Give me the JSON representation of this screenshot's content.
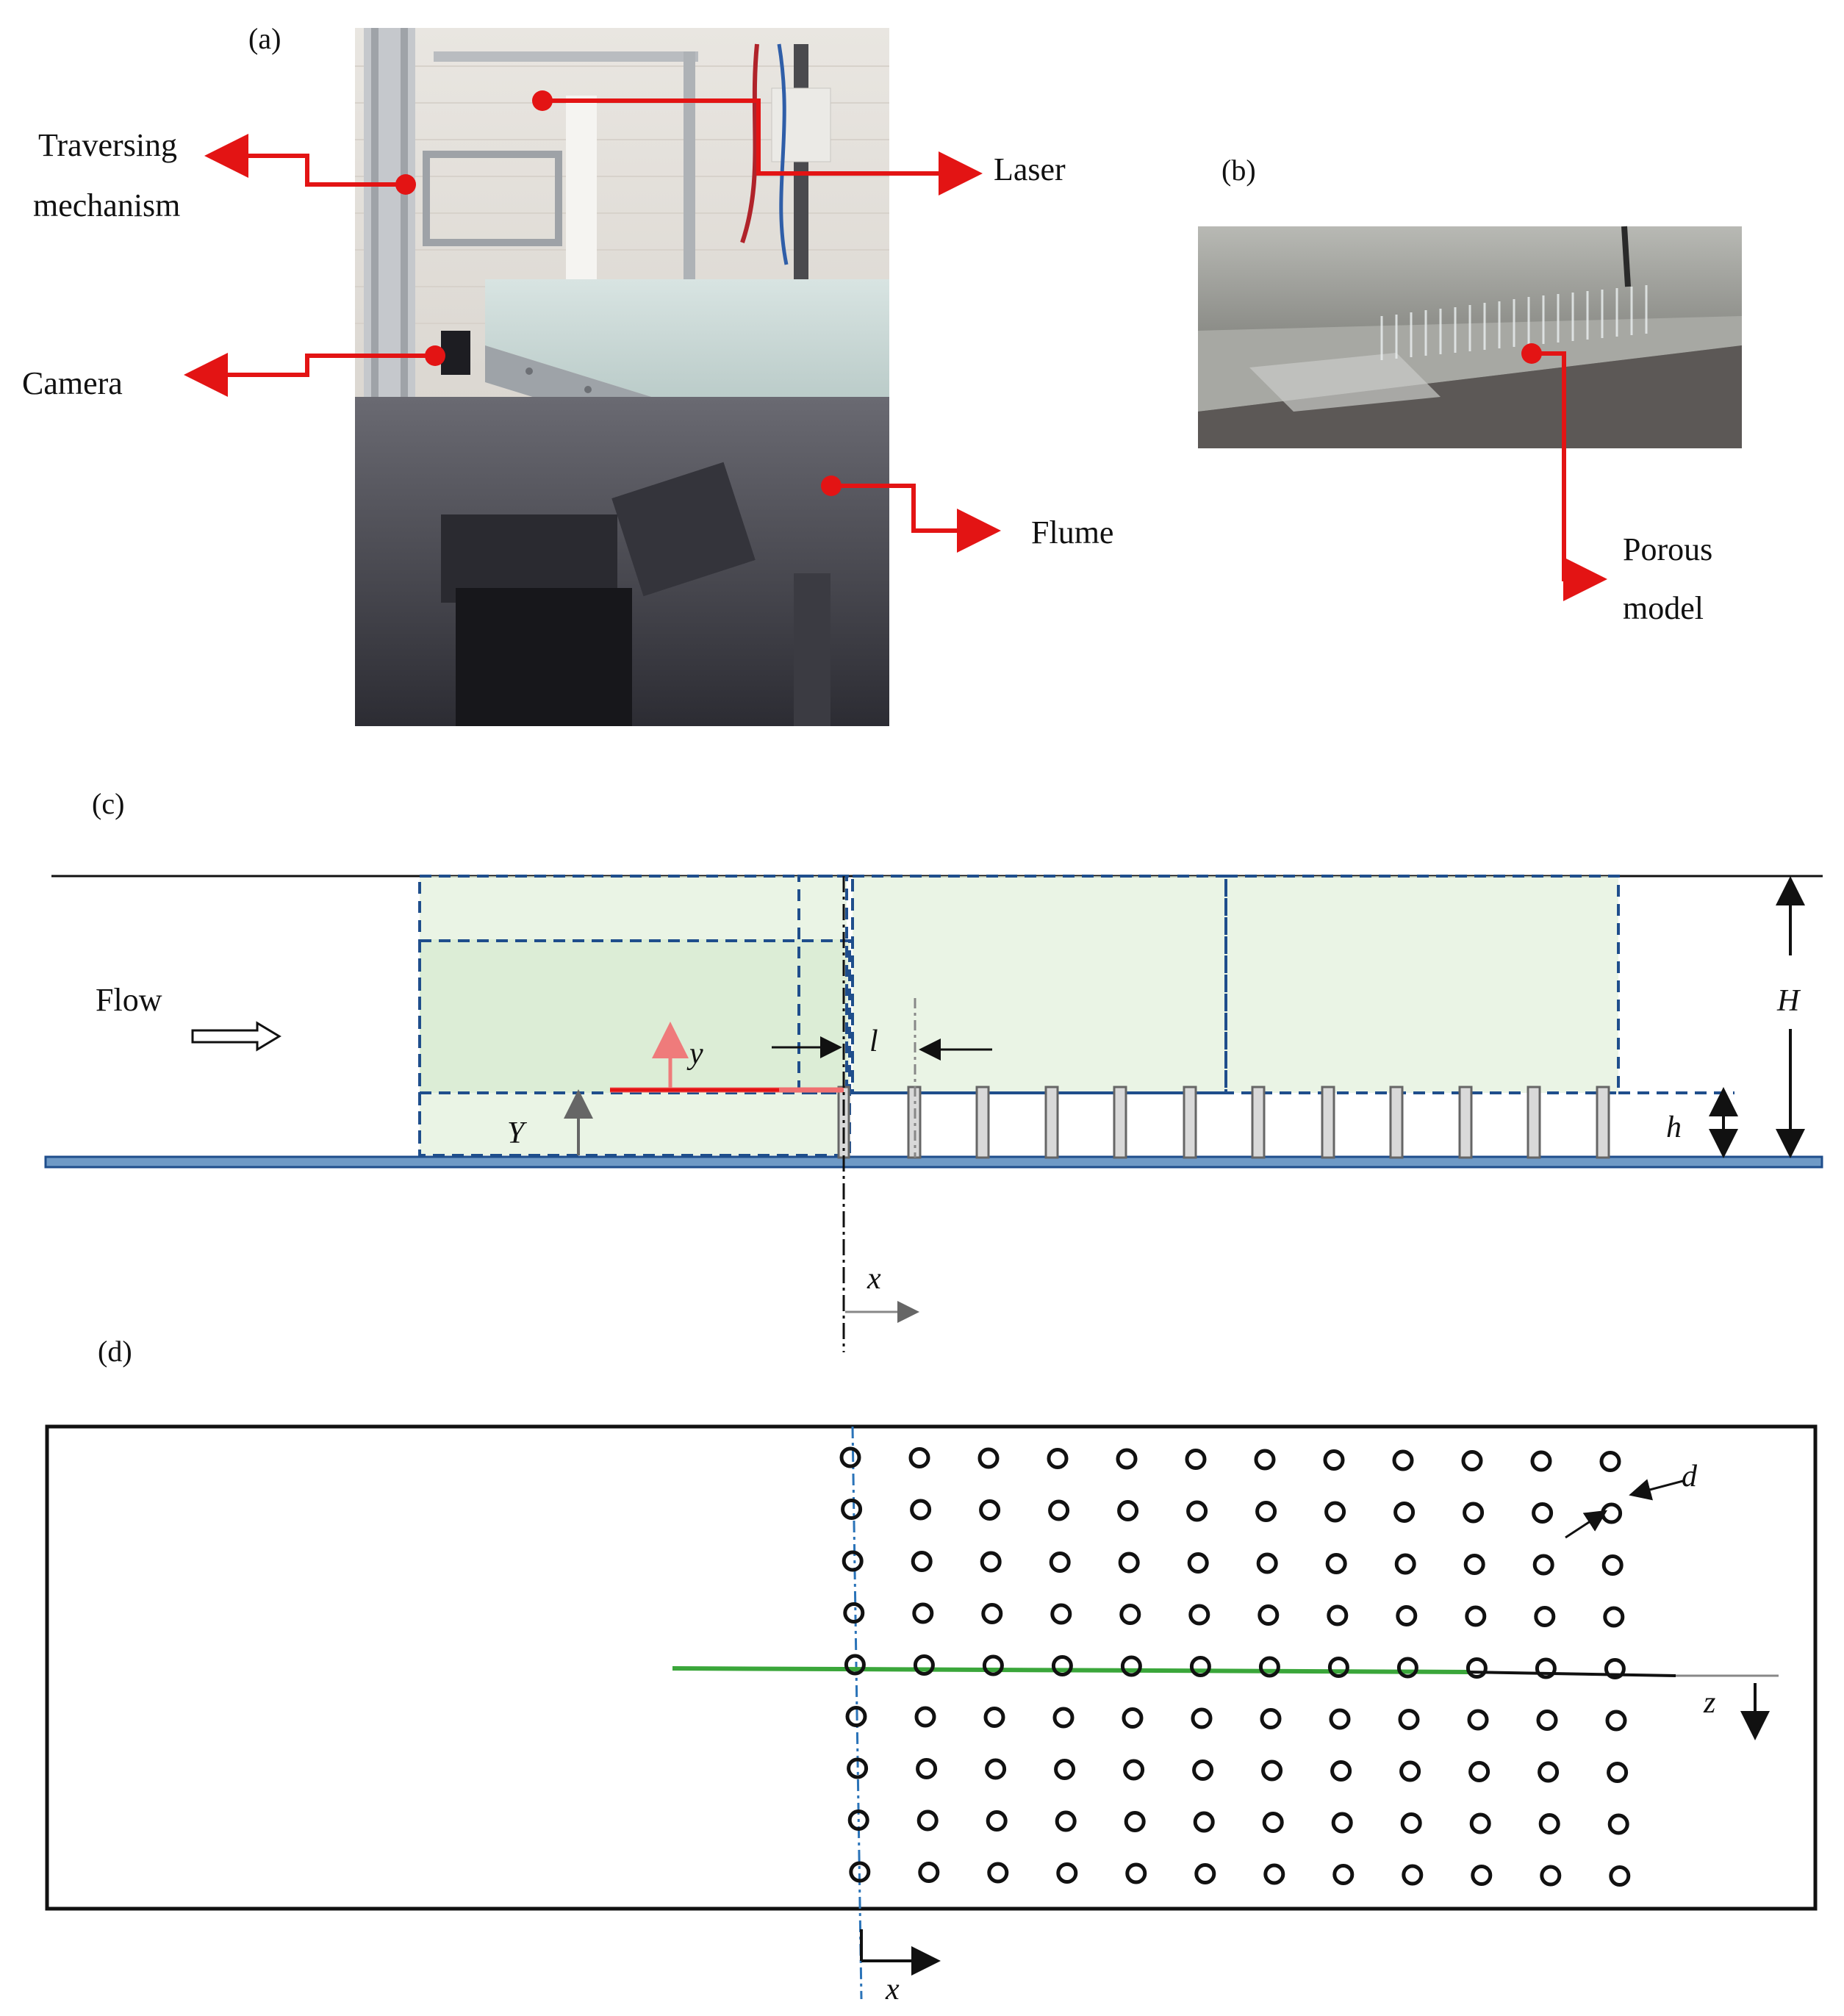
{
  "panels": {
    "a": "(a)",
    "b": "(b)",
    "c": "(c)",
    "d": "(d)"
  },
  "photo_a_labels": {
    "traversing_line1": "Traversing",
    "traversing_line2": "mechanism",
    "camera": "Camera",
    "laser": "Laser",
    "flume": "Flume"
  },
  "photo_b_labels": {
    "porous_line1": "Porous",
    "porous_line2": "model"
  },
  "side_view": {
    "flow": "Flow",
    "y": "y",
    "Y": "Y",
    "l": "l",
    "H": "H",
    "h": "h",
    "x": "x"
  },
  "top_view": {
    "d": "d",
    "z": "z",
    "x": "x"
  },
  "colors": {
    "annotation_red": "#e31414",
    "fov_blue": "#1f4e8c",
    "fov_fill": "#e3f0dc",
    "bed_blue": "#3a6ea5",
    "laser_green": "#3aa63a",
    "centerline_blue": "#2a73b8"
  }
}
